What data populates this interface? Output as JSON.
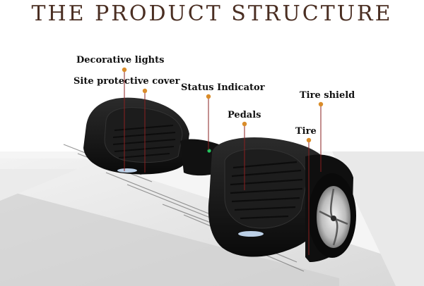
{
  "title": "THE PRODUCT STRUCTURE",
  "labels": {
    "decorative_lights": "Decorative lights",
    "site_protective_cover": "Site protective cover",
    "status_indicator": "Status Indicator",
    "pedals": "Pedals",
    "tire_shield": "Tire shield",
    "tire": "Tire"
  },
  "colors": {
    "title": "#4a2e22",
    "marker": "#d98c2a",
    "leader_line": "#8a1f1f",
    "status_led": "#22c55e"
  }
}
